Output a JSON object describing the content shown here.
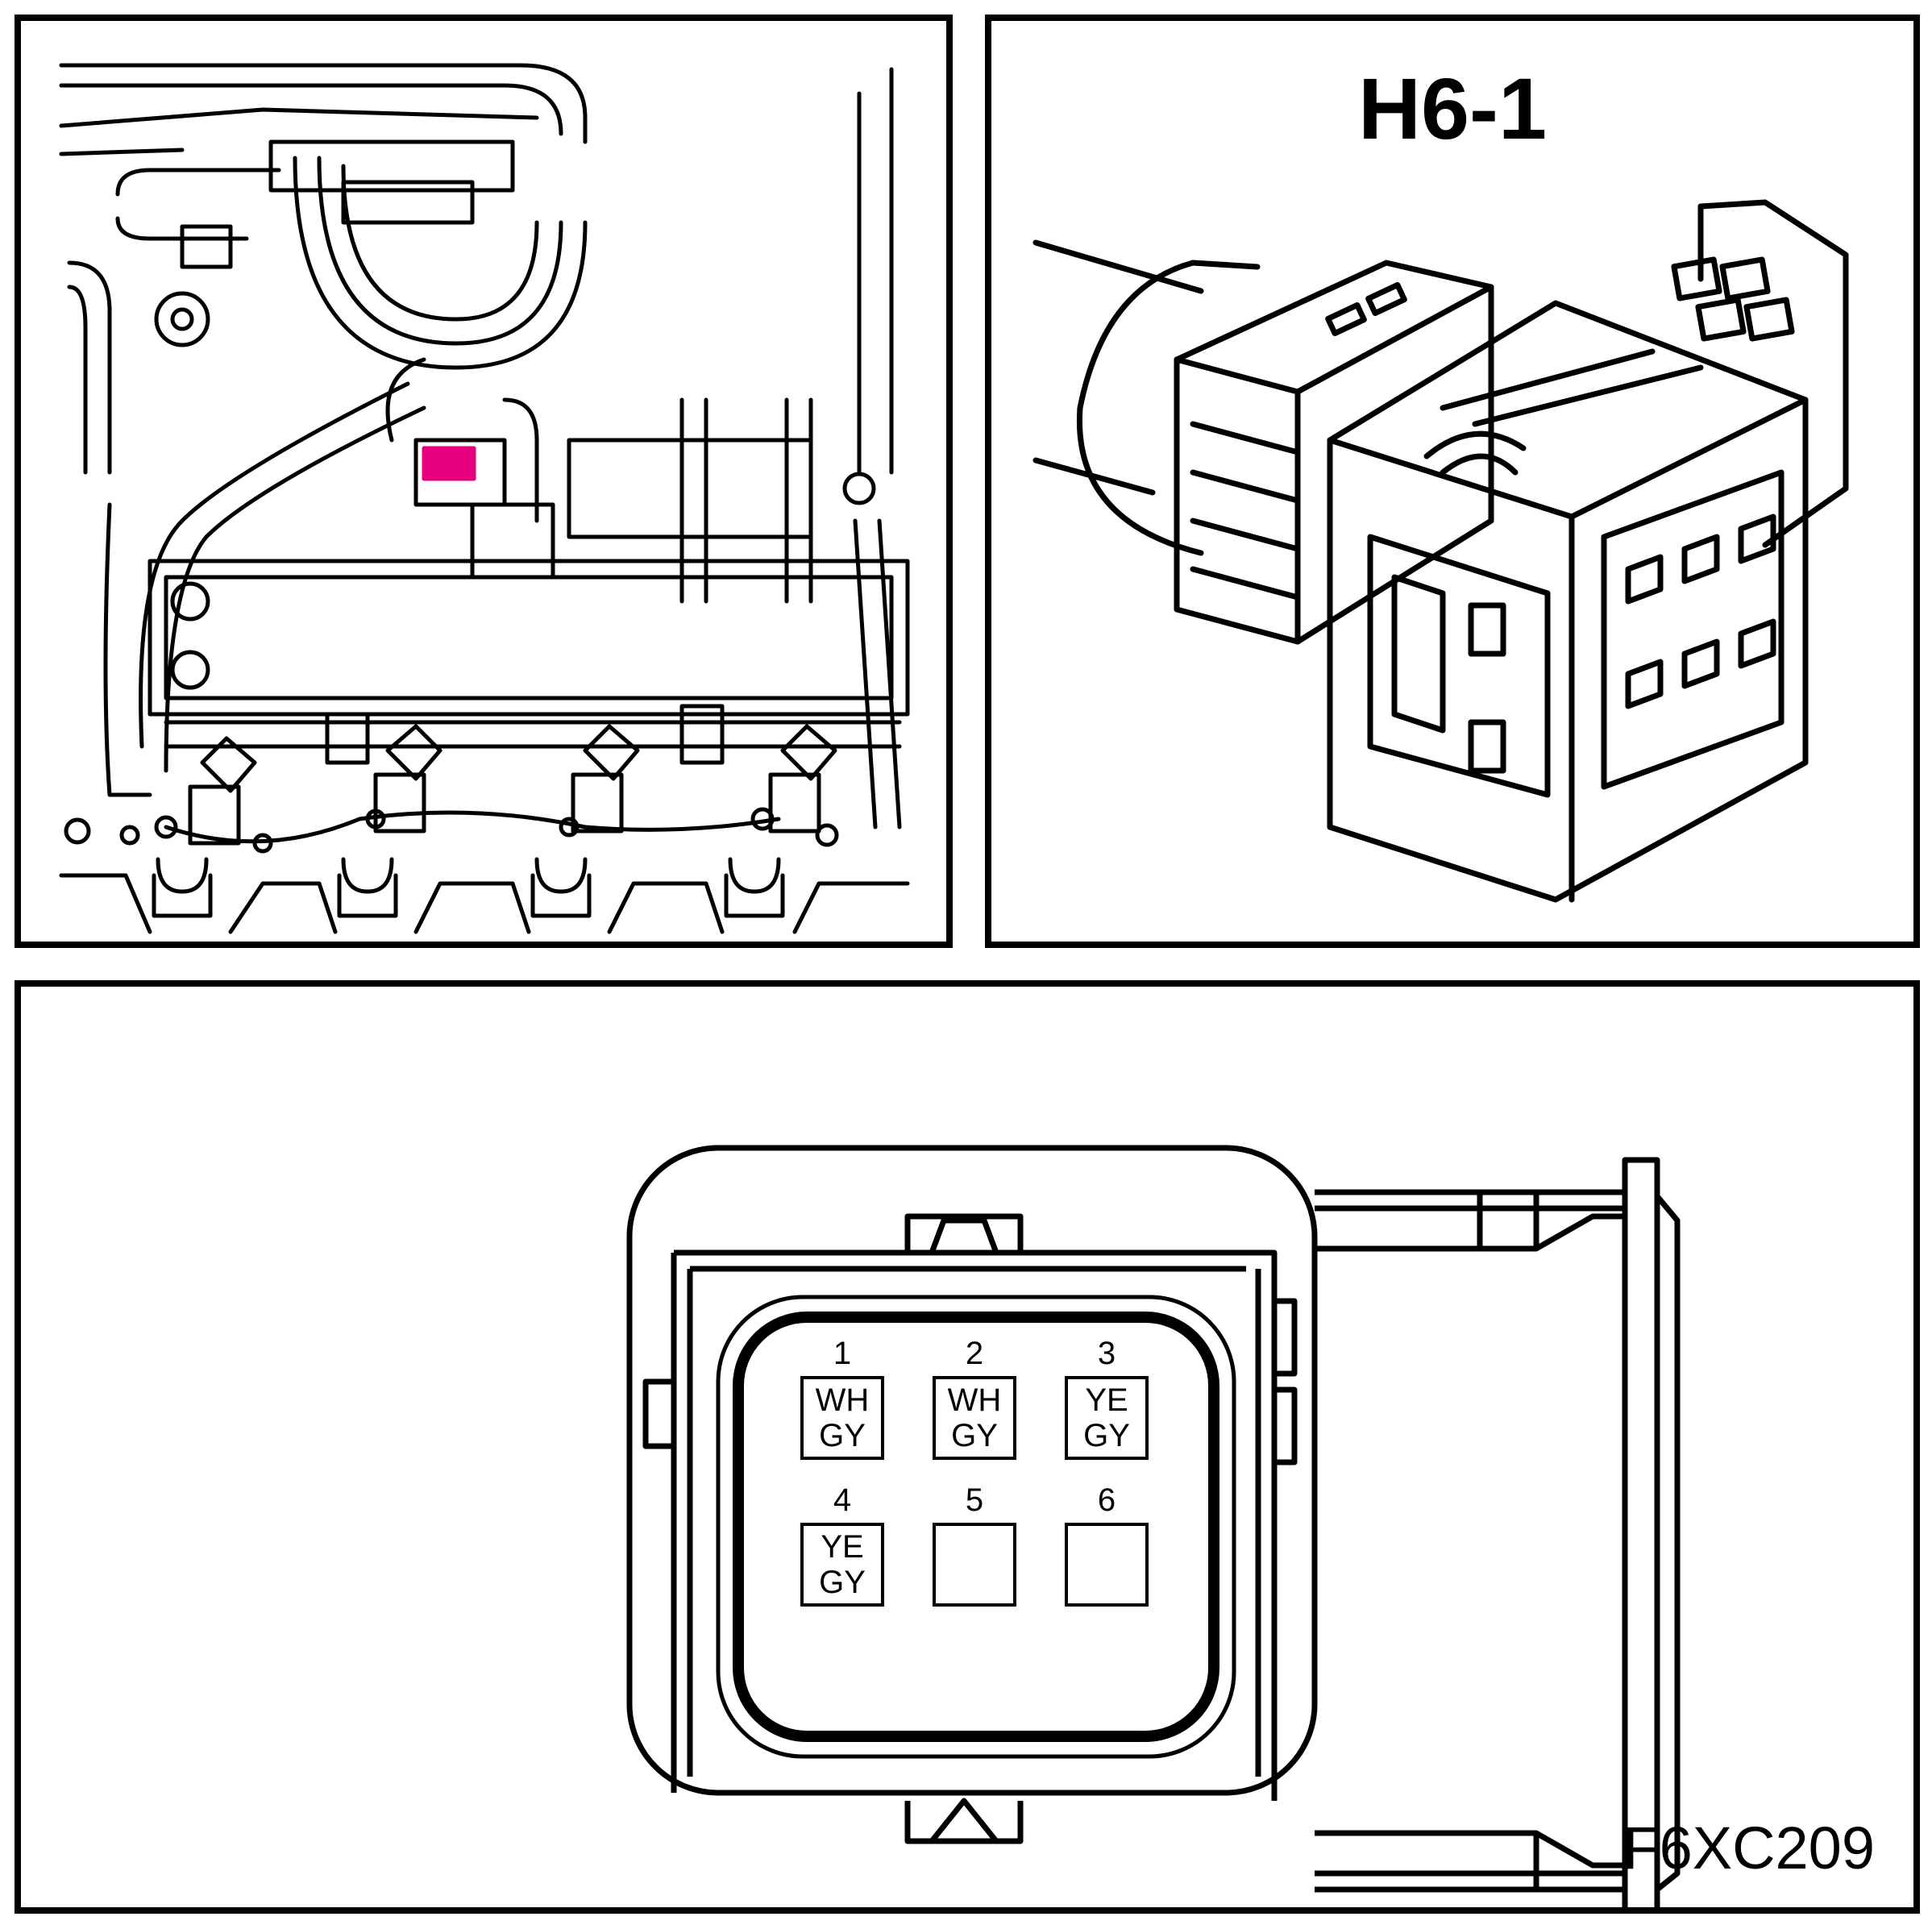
{
  "connector": {
    "title": "H6-1",
    "figure_code": "F6XC209"
  },
  "pins": [
    {
      "number": "1",
      "color_top": "WH",
      "color_bottom": "GY"
    },
    {
      "number": "2",
      "color_top": "WH",
      "color_bottom": "GY"
    },
    {
      "number": "3",
      "color_top": "YE",
      "color_bottom": "GY"
    },
    {
      "number": "4",
      "color_top": "YE",
      "color_bottom": "GY"
    },
    {
      "number": "5",
      "color_top": "",
      "color_bottom": ""
    },
    {
      "number": "6",
      "color_top": "",
      "color_bottom": ""
    }
  ],
  "colors": {
    "line": "#000000",
    "highlight": "#e6007e",
    "background": "#ffffff"
  }
}
